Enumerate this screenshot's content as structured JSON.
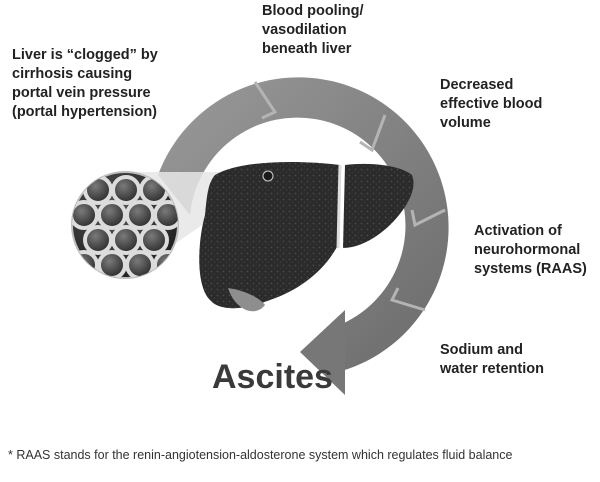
{
  "diagram": {
    "title": "Ascites",
    "footnote": "* RAAS stands for the renin-angiotension-aldosterone system which regulates fluid balance",
    "steps": [
      {
        "lines": [
          "Liver is “clogged” by",
          "cirrhosis causing",
          "portal vein pressure",
          "(portal hypertension)"
        ]
      },
      {
        "lines": [
          "Blood pooling/",
          "vasodilation",
          "beneath liver"
        ]
      },
      {
        "lines": [
          "Decreased",
          "effective blood",
          "volume"
        ]
      },
      {
        "lines": [
          "Activation of",
          "neurohormonal",
          "systems (RAAS)"
        ]
      },
      {
        "lines": [
          "Sodium and",
          "water retention"
        ]
      }
    ],
    "colors": {
      "arc_outer": "#8a8a8a",
      "arc_inner": "#6e6e6e",
      "liver": "#2a2a2a",
      "liver_lobe": "#3c3c3c",
      "cell_ring": "#dcdcdc",
      "background": "#ffffff"
    },
    "icons": [
      "liver-illustration",
      "cirrhotic-tissue-magnifier-icon",
      "cycle-arrow-icon"
    ]
  }
}
